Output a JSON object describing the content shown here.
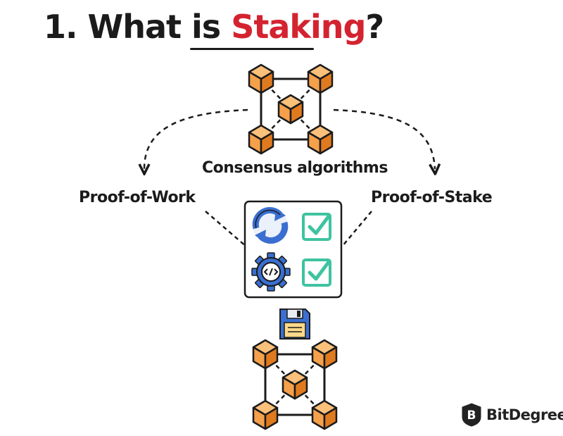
{
  "title": {
    "prefix": "1. What is ",
    "highlight": "Staking",
    "suffix": "?"
  },
  "labels": {
    "consensus": "Consensus algorithms",
    "pow": "Proof-of-Work",
    "pos": "Proof-of-Stake"
  },
  "logo": {
    "text": "BitDegree",
    "glyph": "B"
  },
  "colors": {
    "accent": "#d42330",
    "cube_orange": "#f5a04a",
    "cube_dark": "#e07a1f",
    "check_green": "#3ec3a0",
    "sync_blue": "#3a6fd1",
    "ink": "#1b1b1b"
  },
  "icons": {
    "top_network": "blockchain-network-icon",
    "bottom_network": "blockchain-network-icon",
    "sync": "sync-icon",
    "gear": "gear-code-icon",
    "check": "checkbox-checked-icon",
    "floppy": "floppy-disk-icon"
  }
}
